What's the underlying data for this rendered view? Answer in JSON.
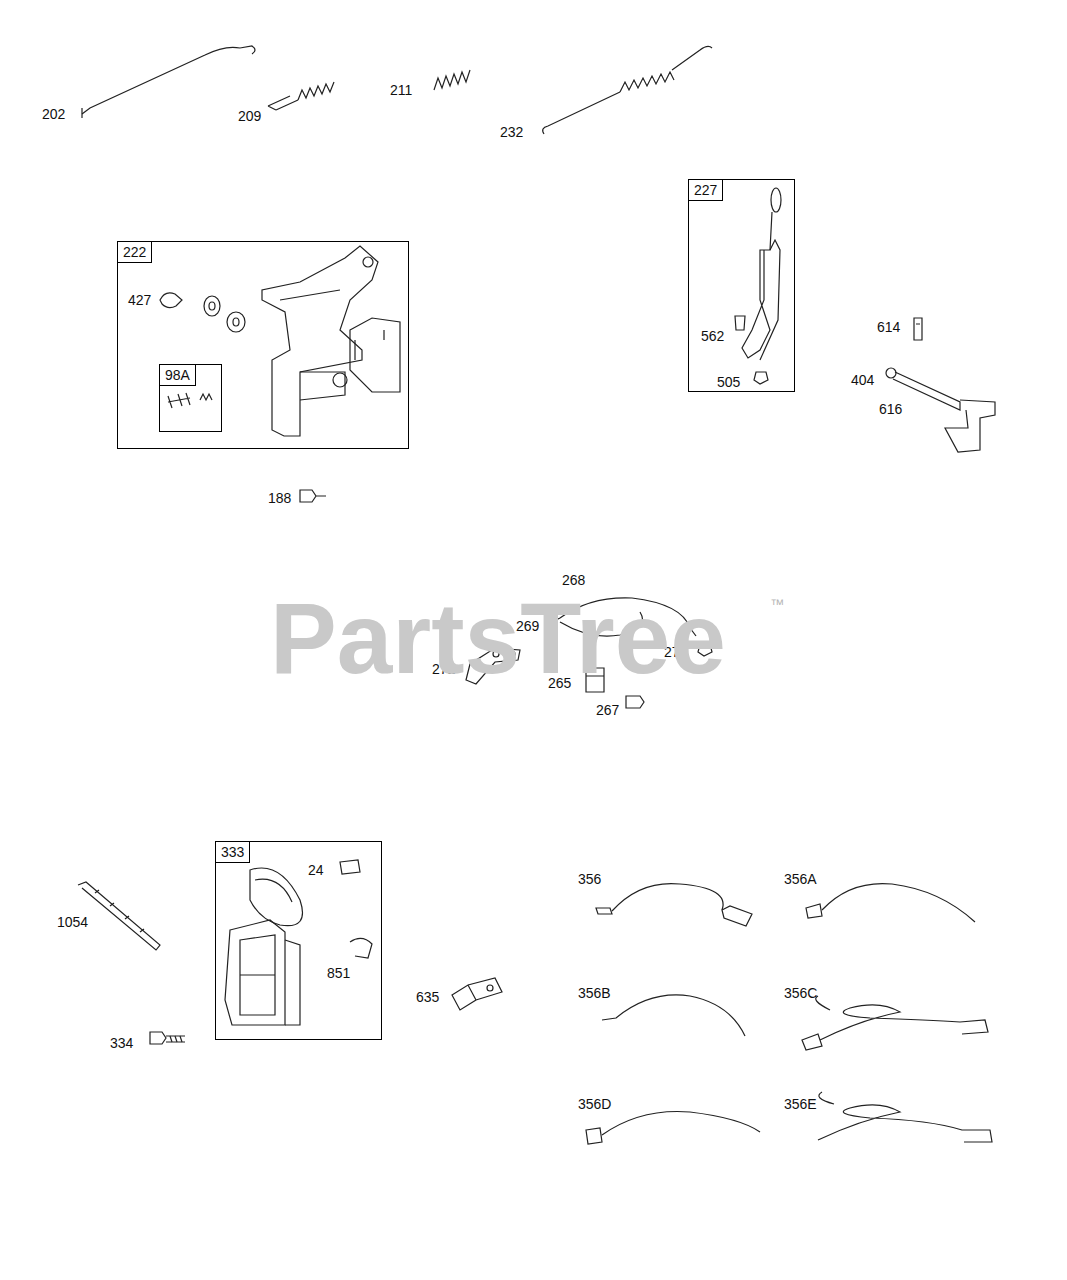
{
  "diagram": {
    "nodes": [
      {
        "text": [
          "222",
          "427"
        ]
      },
      {
        "text": [
          "98A"
        ],
        "in": 0
      },
      {
        "text": [
          "227",
          "562",
          "505"
        ]
      },
      {
        "text": [
          "333",
          "24",
          "851"
        ]
      }
    ],
    "labels": [
      "202",
      "209",
      "211",
      "232",
      "188",
      "614",
      "404",
      "616",
      "268",
      "269",
      "270",
      "271",
      "265",
      "267",
      "1054",
      "334",
      "635",
      "356",
      "356A",
      "356B",
      "356C",
      "356D",
      "356E",
      "PartsTree",
      "™"
    ]
  }
}
